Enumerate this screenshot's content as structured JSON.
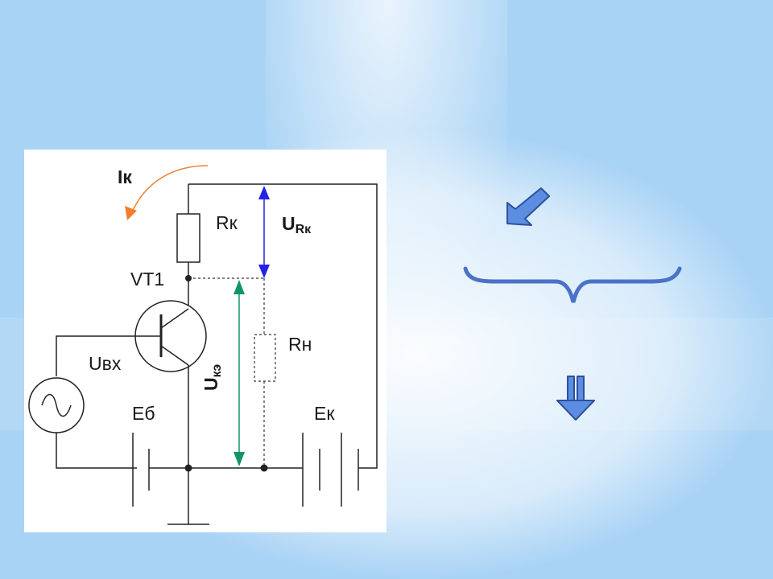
{
  "slide": {
    "colors": {
      "background": "#a9d3f5",
      "current_arrow": "#f07f2e",
      "voltage_rk": "#2323e6",
      "voltage_ke": "#11946a",
      "decor_blue": "#4a72c8"
    }
  },
  "circuit": {
    "labels": {
      "collector_current": "Iк",
      "collector_resistor": "Rк",
      "voltage_rk_main": "U",
      "voltage_rk_sub": "Rк",
      "transistor": "VT1",
      "load_resistor": "Rн",
      "input_voltage": "Uвх",
      "voltage_ke_main": "U",
      "voltage_ke_sub": "кэ",
      "base_source": "Eб",
      "collector_source": "Eк"
    }
  },
  "decorations": {
    "icons": [
      "arrow-down-left-icon",
      "curly-brace-icon",
      "double-arrow-down-icon"
    ]
  }
}
